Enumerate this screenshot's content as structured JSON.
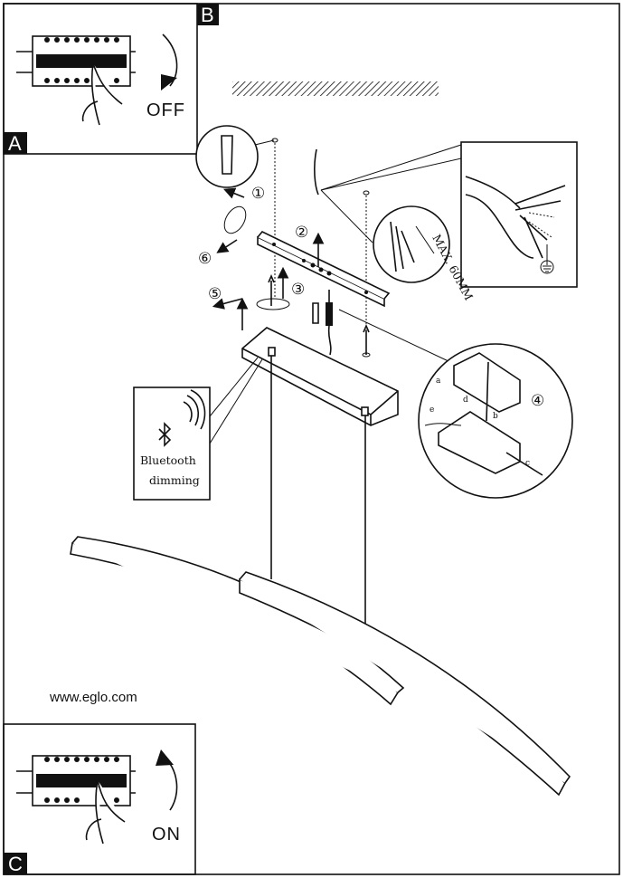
{
  "panels": {
    "a": {
      "label": "A",
      "switch_state": "OFF"
    },
    "b": {
      "label": "B"
    },
    "c": {
      "label": "C",
      "switch_state": "ON"
    }
  },
  "steps": [
    "①",
    "②",
    "③",
    "④",
    "⑤",
    "⑥"
  ],
  "wire_strip": {
    "max_length": "MAX. 60MM"
  },
  "terminal_detail": {
    "parts": [
      "a",
      "b",
      "c",
      "d",
      "e"
    ]
  },
  "bluetooth": {
    "line1": "Bluetooth",
    "line2": "dimming"
  },
  "website": "www.eglo.com",
  "icons": [
    "circuit-breaker-icon",
    "hand-icon",
    "arrow-icon",
    "ground-icon",
    "bluetooth-icon",
    "pliers-icon"
  ]
}
